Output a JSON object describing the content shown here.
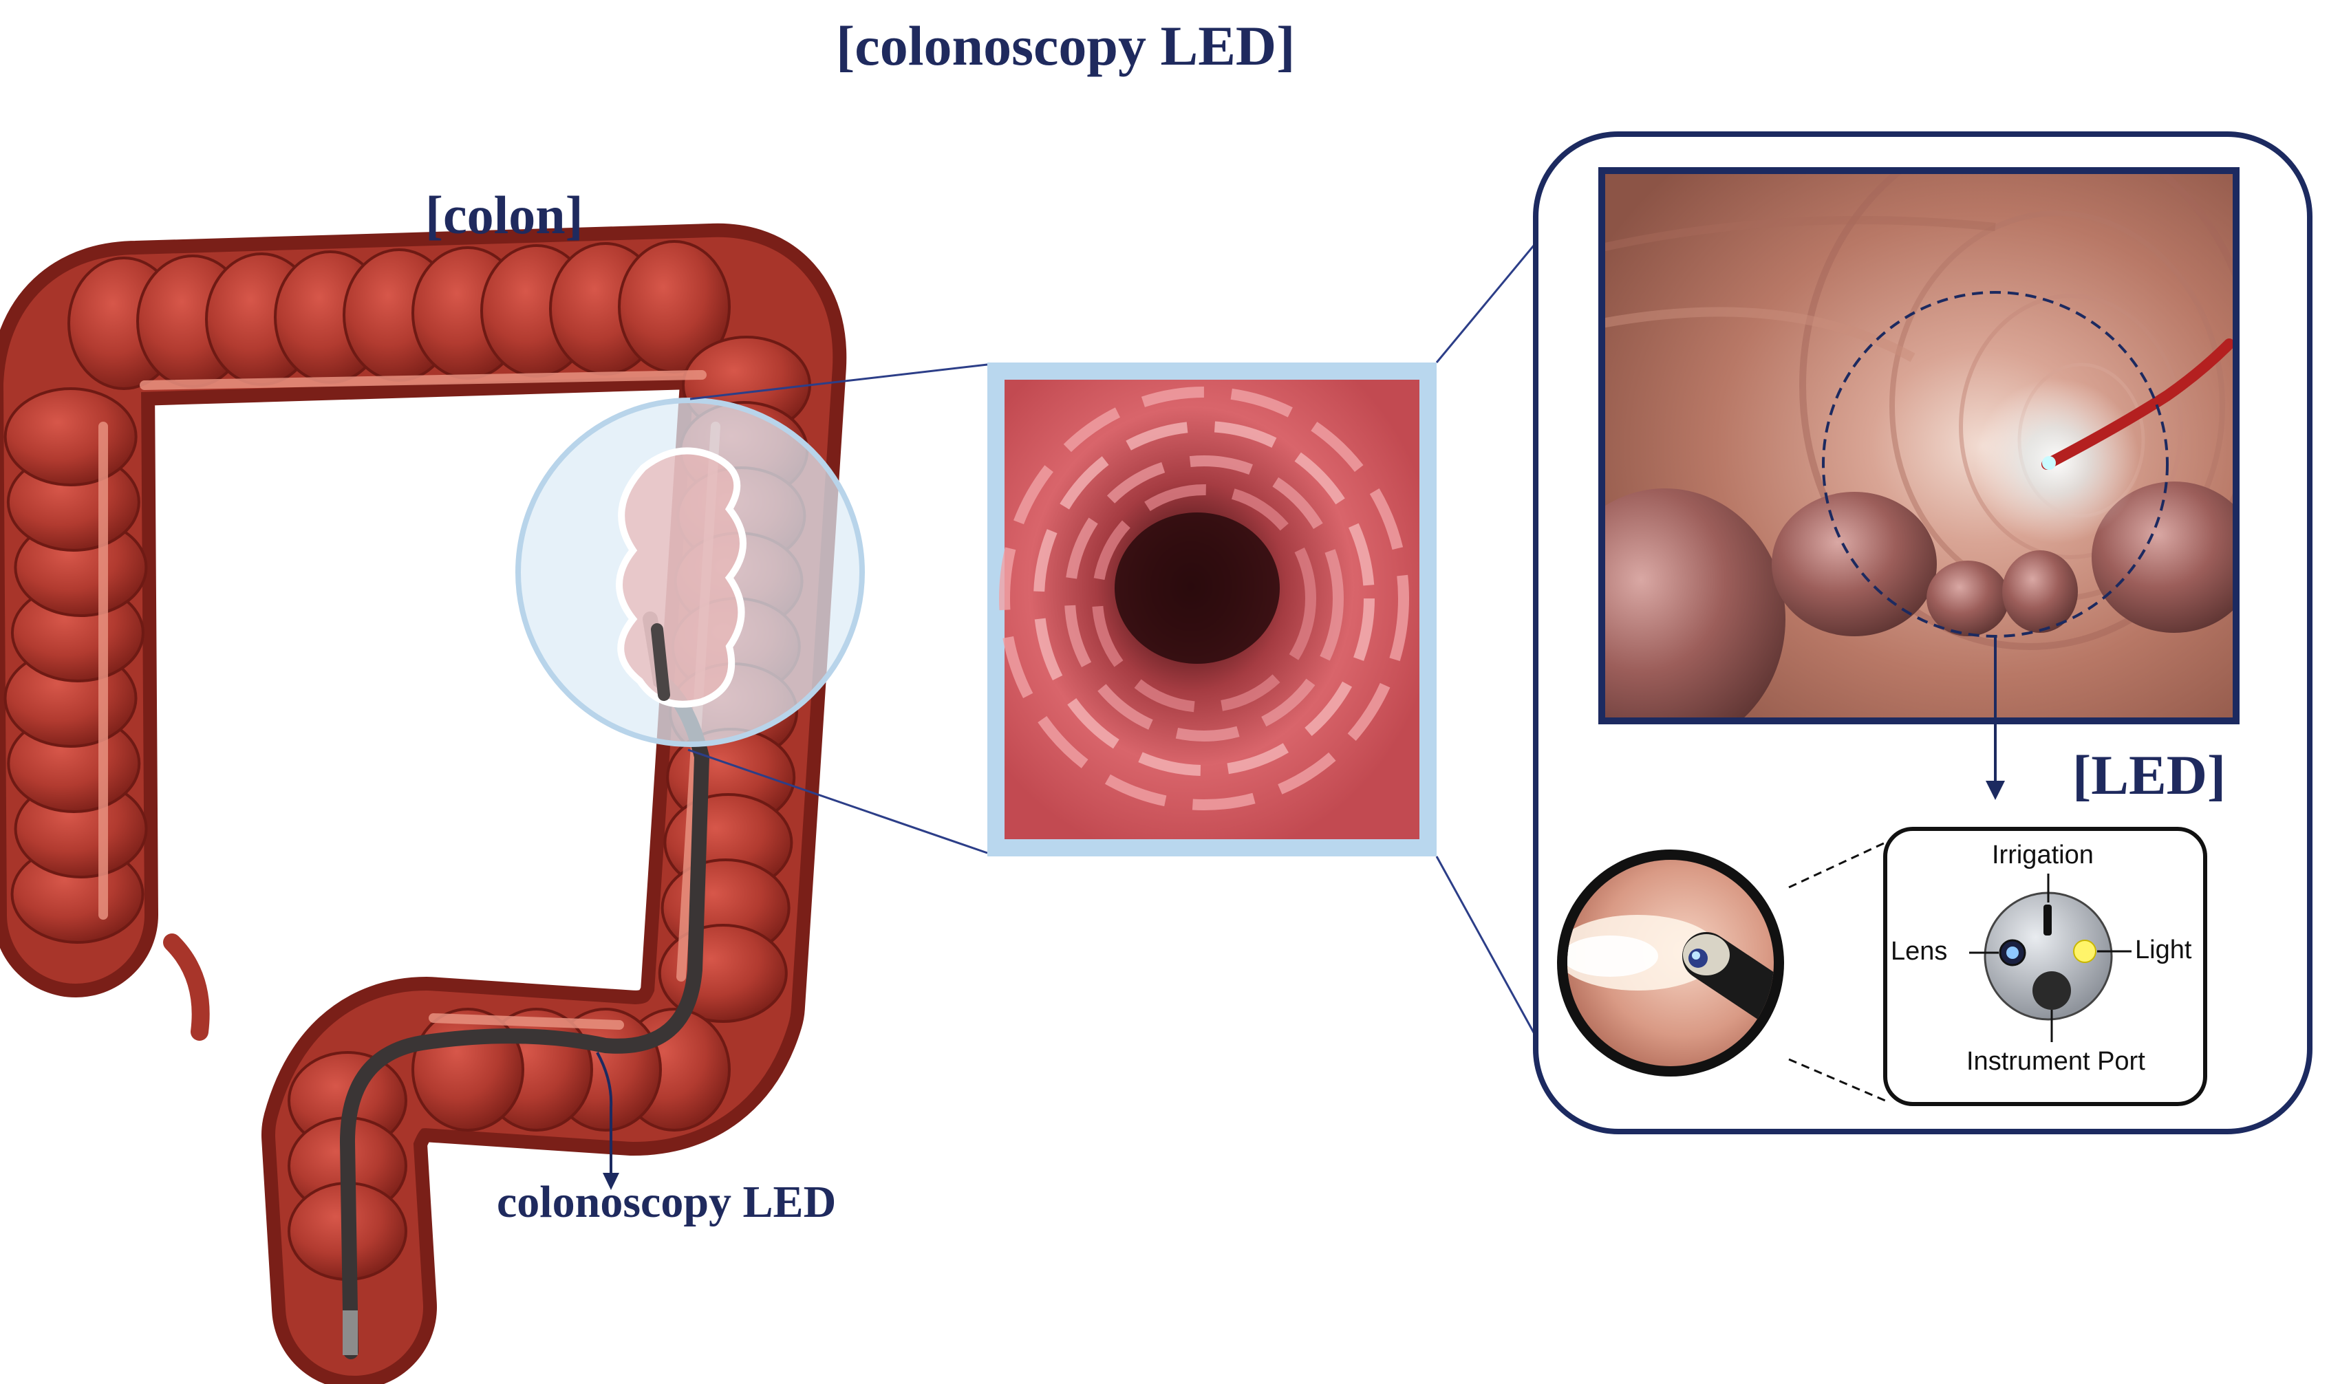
{
  "title": "[colonoscopy LED]",
  "colon_label": "[colon]",
  "scope_label": "colonoscopy LED",
  "led_label": "[LED]",
  "tip_diagram": {
    "top": "Irrigation",
    "left": "Lens",
    "right": "Light",
    "bottom": "Instrument Port"
  },
  "colors": {
    "label": "#1f2a5e",
    "colon": "#a8352a",
    "colon_dark": "#7a1f18",
    "panel_border": "#1c2a60",
    "lumen_frame": "#b9d7ee"
  }
}
